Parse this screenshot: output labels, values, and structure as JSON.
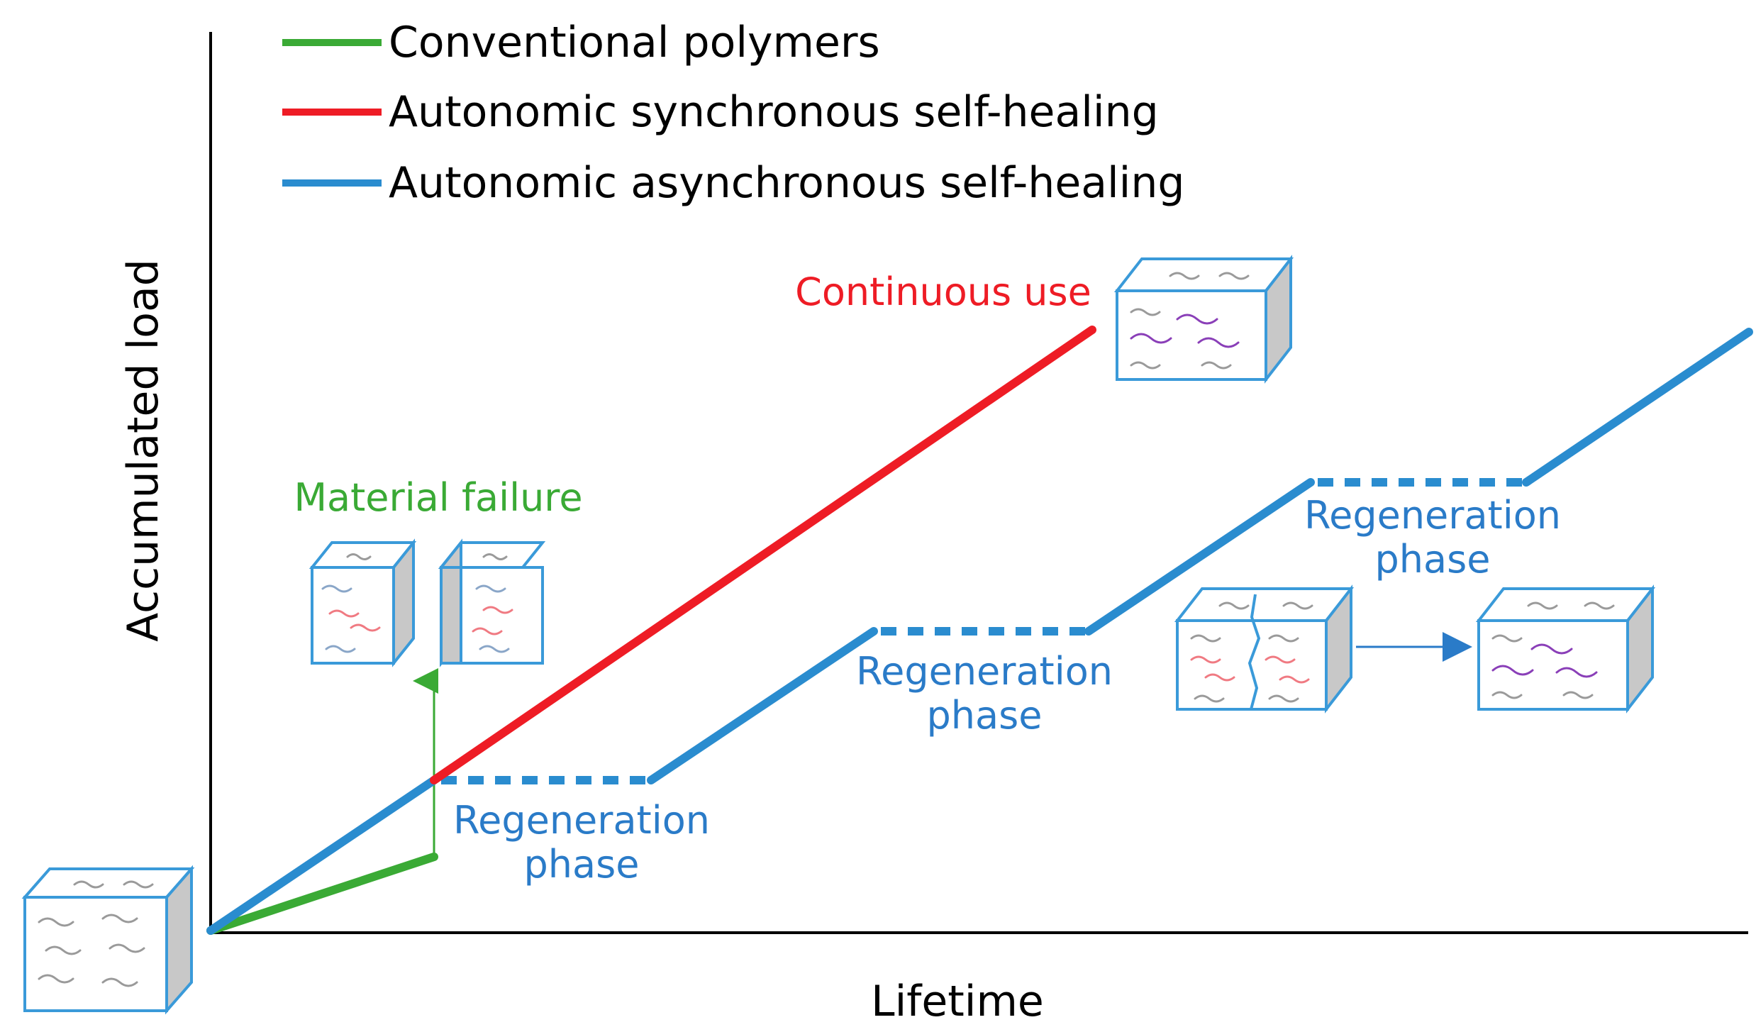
{
  "legend": {
    "items": [
      {
        "label": "Conventional polymers",
        "color": "#3aaa35"
      },
      {
        "label": "Autonomic synchronous self-healing",
        "color": "#ee1c25"
      },
      {
        "label": "Autonomic asynchronous self-healing",
        "color": "#2a8ccf"
      }
    ]
  },
  "axes": {
    "y_label": "Accumulated load",
    "x_label": "Lifetime"
  },
  "annotations": {
    "material_failure": "Material failure",
    "continuous_use": "Continuous use",
    "regen_1_line1": "Regeneration",
    "regen_1_line2": "phase",
    "regen_2_line1": "Regeneration",
    "regen_2_line2": "phase",
    "regen_3_line1": "Regeneration",
    "regen_3_line2": "phase"
  },
  "colors": {
    "conventional": "#3aaa35",
    "synchronous": "#ee1c25",
    "asynchronous": "#2a8ccf",
    "annotation_blue": "#2a7bc8",
    "cube_stroke": "#3a9ad9",
    "cube_side": "#c8c8c8",
    "axis": "#000000"
  }
}
